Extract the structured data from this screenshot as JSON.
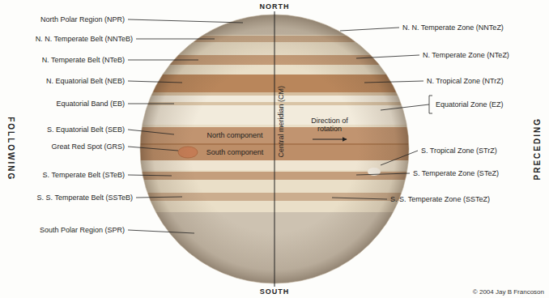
{
  "diagram": {
    "labels": [
      "NORTH",
      "FOLLOWING",
      "PRECEDING",
      "North Polar Region (NPR)",
      "N. N. Temperate Belt (NNTeB)",
      "N. Temperate Belt (NTeB)",
      "N. Equatorial Belt (NEB)",
      "Equatorial Band (EB)",
      "S. Equatorial Belt (SEB)",
      "Great Red Spot (GRS)",
      "S. Temperate Belt (STeB)",
      "S. S. Temperate Belt (SSTeB)",
      "South Polar Region (SPR)",
      "N. N. Temperate Zone (NNTeZ)",
      "N. Temperate Zone (NTeZ)",
      "N. Tropical Zone (NTrZ)",
      "Equatorial Zone (EZ)",
      "S. Tropical Zone (STrZ)",
      "S. Temperate Zone (STeZ)",
      "S. S. Temperate Zone (SSTeZ)",
      "Central meridian (CM)",
      "Direction of rotation",
      "North component",
      "South component",
      "SOUTH",
      "© 2004 Jay B Francoson"
    ]
  }
}
